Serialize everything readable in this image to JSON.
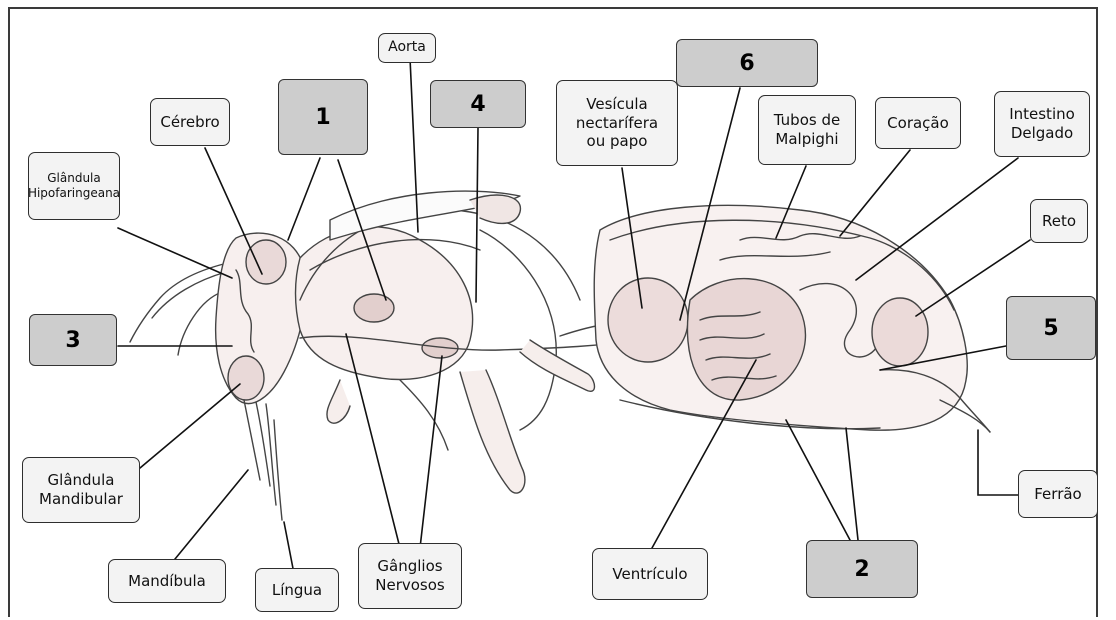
{
  "labels": {
    "aorta": "Aorta",
    "cerebro": "Cérebro",
    "glandula_hipofaringeana": "Glândula\nHipofaringeana",
    "vesicula": "Vesícula\nnectarífera\nou papo",
    "tubos_malpighi": "Tubos de\nMalpighi",
    "coracao": "Coração",
    "intestino_delgado": "Intestino\nDelgado",
    "reto": "Reto",
    "ferrao": "Ferrão",
    "glandula_mandibular": "Glândula\nMandibular",
    "mandibula": "Mandíbula",
    "lingua": "Língua",
    "ganglios": "Gânglios\nNervosos",
    "ventriculo": "Ventrículo"
  },
  "numbers": {
    "n1": "1",
    "n2": "2",
    "n3": "3",
    "n4": "4",
    "n5": "5",
    "n6": "6"
  },
  "colors": {
    "outline": "#2b2b2b",
    "label_fill": "#f3f3f3",
    "number_fill": "#cdcdcd",
    "organ_tint": "#ead9d6"
  }
}
